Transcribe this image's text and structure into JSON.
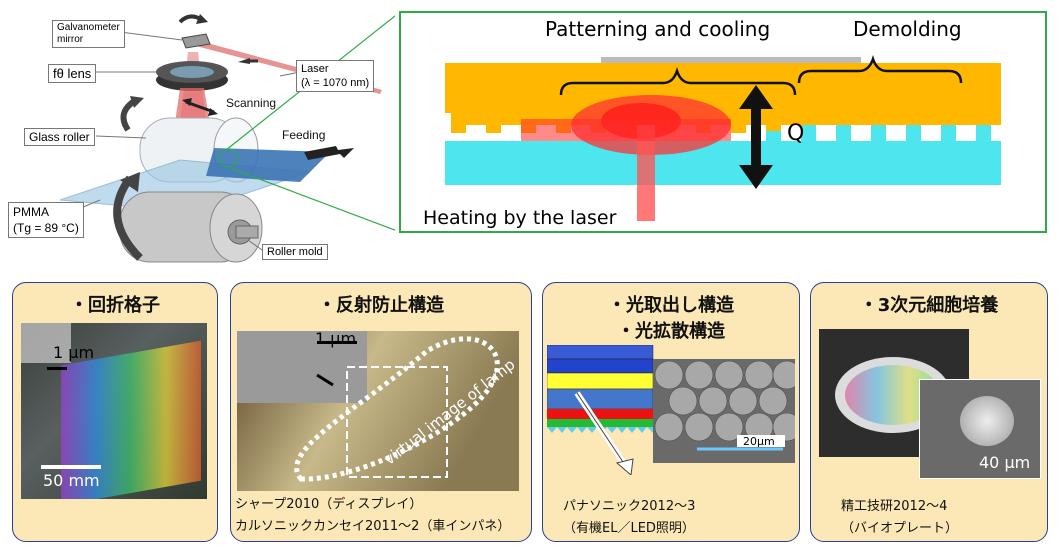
{
  "apparatus": {
    "labels": {
      "galvanometer": "Galvanometer\nmirror",
      "ftheta": "fθ lens",
      "laser": "Laser\n(λ = 1070 nm)",
      "scanning": "Scanning",
      "glass_roller": "Glass roller",
      "feeding": "Feeding",
      "pmma": "PMMA\n(Tg = 89 °C)",
      "roller_mold": "Roller mold"
    }
  },
  "detail": {
    "patterning": "Patterning and cooling",
    "demolding": "Demolding",
    "heating": "Heating by the laser",
    "q": "Q",
    "colors": {
      "border": "#2eab44",
      "mold": "#ffb700",
      "pmma": "#4ee6ee",
      "laser": "#ff3333",
      "top_strip": "#bbbbbb"
    }
  },
  "panels": [
    {
      "title": "・回折格子",
      "scale_top": "1 μm",
      "scale_bottom": "50 mm"
    },
    {
      "title": "・反射防止構造",
      "scale_top": "1 μm",
      "overlay": "virtual image of lamp",
      "caption1": "シャープ2010（ディスプレイ）",
      "caption2": "カルソニックカンセイ2011～2（車インパネ）"
    },
    {
      "title1": "・光取出し構造",
      "title2": "・光拡散構造",
      "scale": "20μm",
      "caption1": "パナソニック2012～3",
      "caption2": "（有機EL／LED照明）"
    },
    {
      "title": "・3次元細胞培養",
      "scale": "40 μm",
      "caption1": "精工技研2012～4",
      "caption2": "（バイオプレート）"
    }
  ],
  "style": {
    "panel_bg": "#fbe8b6",
    "panel_border": "#2b3f8c"
  }
}
